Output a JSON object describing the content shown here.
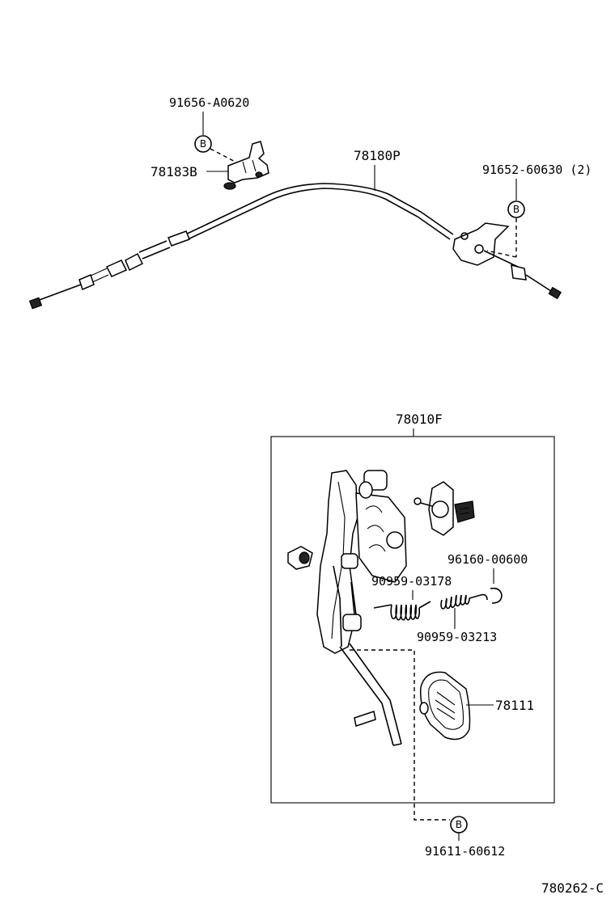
{
  "labels": {
    "bolt_top": "91656-A0620",
    "bracket_left": "78183B",
    "cable": "78180P",
    "bolt_right": "91652-60630 (2)",
    "pedal_assy": "78010F",
    "snap_ring": "96160-00600",
    "spring_left": "90959-03178",
    "spring_right": "90959-03213",
    "pedal_pad": "78111",
    "bolt_bottom": "91611-60612",
    "diagram_code": "780262-C"
  },
  "badges": {
    "top": "B",
    "right": "B",
    "bottom": "B"
  }
}
